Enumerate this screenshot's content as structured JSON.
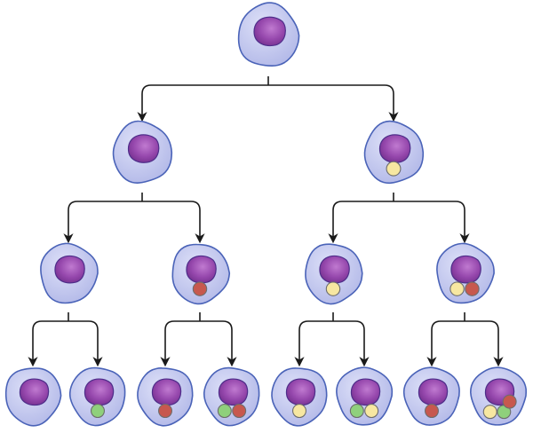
{
  "colors": {
    "background": "#ffffff",
    "cell_fill": "#c8cdf0",
    "cell_outline": "#4a63b8",
    "nucleus_fill": "#8a3fa0",
    "nucleus_highlight": "#c07ad0",
    "connector": "#1a1a1a",
    "granule_yellow": "#f7e7a1",
    "granule_red": "#c7584e",
    "granule_green": "#8fd07c",
    "granule_outline": "#6d6d6d"
  },
  "tree": {
    "root": {
      "id": "c0",
      "granules": []
    },
    "levels": [
      [
        {
          "id": "c1",
          "parent": "c0",
          "granules": []
        },
        {
          "id": "c2",
          "parent": "c0",
          "granules": [
            "yellow"
          ]
        }
      ],
      [
        {
          "id": "c3",
          "parent": "c1",
          "granules": []
        },
        {
          "id": "c4",
          "parent": "c1",
          "granules": [
            "red"
          ]
        },
        {
          "id": "c5",
          "parent": "c2",
          "granules": [
            "yellow"
          ]
        },
        {
          "id": "c6",
          "parent": "c2",
          "granules": [
            "yellow",
            "red"
          ]
        }
      ],
      [
        {
          "id": "c7",
          "parent": "c3",
          "granules": []
        },
        {
          "id": "c8",
          "parent": "c3",
          "granules": [
            "green"
          ]
        },
        {
          "id": "c9",
          "parent": "c4",
          "granules": [
            "red"
          ]
        },
        {
          "id": "c10",
          "parent": "c4",
          "granules": [
            "green",
            "red"
          ]
        },
        {
          "id": "c11",
          "parent": "c5",
          "granules": [
            "yellow"
          ]
        },
        {
          "id": "c12",
          "parent": "c5",
          "granules": [
            "green",
            "yellow"
          ]
        },
        {
          "id": "c13",
          "parent": "c6",
          "granules": [
            "red"
          ]
        },
        {
          "id": "c14",
          "parent": "c6",
          "granules": [
            "yellow",
            "green",
            "red"
          ]
        }
      ]
    ]
  }
}
